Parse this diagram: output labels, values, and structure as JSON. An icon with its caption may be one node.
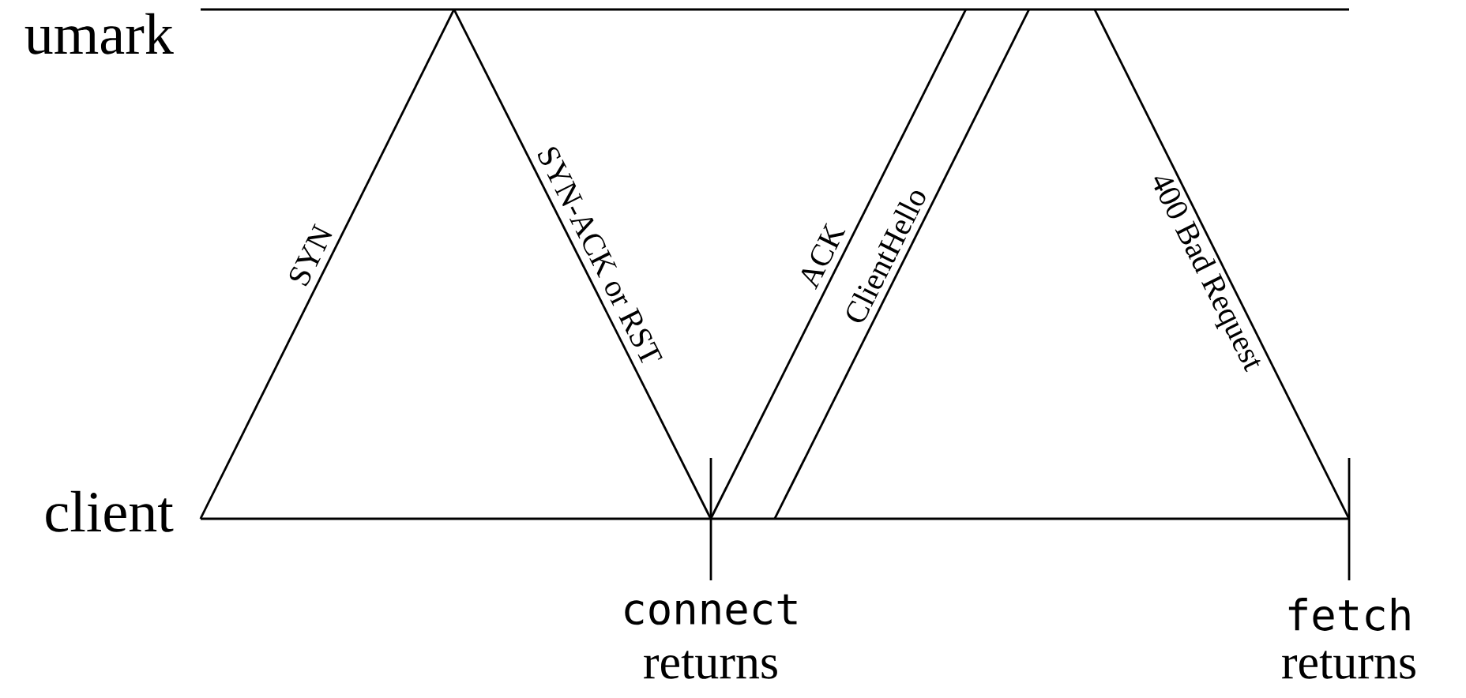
{
  "diagram": {
    "nodes": [
      {
        "text": [
          "umark"
        ]
      },
      {
        "text": [
          "client"
        ]
      }
    ],
    "edges": [
      {
        "from": 1,
        "to": 0,
        "arrow": "none",
        "label": "SYN"
      },
      {
        "from": 0,
        "to": 1,
        "arrow": "none",
        "label": "SYN-ACK or RST"
      },
      {
        "from": 1,
        "to": 0,
        "arrow": "none",
        "label": "ACK"
      },
      {
        "from": 1,
        "to": 0,
        "arrow": "none",
        "label": "ClientHello"
      },
      {
        "from": 0,
        "to": 1,
        "arrow": "none",
        "label": "400 Bad Request"
      }
    ],
    "labels": [
      "connect",
      "returns",
      "fetch",
      "returns"
    ]
  }
}
